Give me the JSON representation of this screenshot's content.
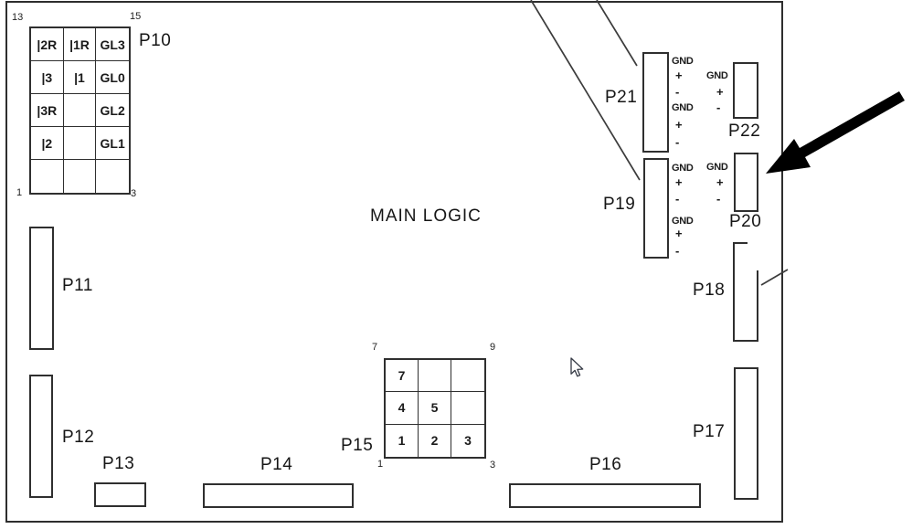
{
  "title": "MAIN LOGIC",
  "p10": {
    "corners": {
      "tl": "13",
      "tr": "15",
      "bl": "1",
      "br": "3"
    },
    "cells": [
      [
        "|2R",
        "|1R",
        "GL3"
      ],
      [
        "|3",
        "|1",
        "GL0"
      ],
      [
        "|3R",
        "",
        "GL2"
      ],
      [
        "|2",
        "",
        "GL1"
      ],
      [
        "",
        "",
        ""
      ]
    ]
  },
  "p15": {
    "corners": {
      "tl": "7",
      "tr": "9",
      "bl": "1",
      "br": "3"
    },
    "cells": [
      [
        "7",
        "",
        ""
      ],
      [
        "4",
        "5",
        ""
      ],
      [
        "1",
        "2",
        "3"
      ]
    ]
  },
  "labels": {
    "p10": "P10",
    "p11": "P11",
    "p12": "P12",
    "p13": "P13",
    "p14": "P14",
    "p15": "P15",
    "p16": "P16",
    "p17": "P17",
    "p18": "P18",
    "p19": "P19",
    "p20": "P20",
    "p21": "P21",
    "p22": "P22"
  },
  "pins": {
    "p21": [
      "GND",
      "+",
      "-",
      "GND",
      "+",
      "-"
    ],
    "p22": [
      "GND",
      "+",
      "-"
    ],
    "p19": [
      "GND",
      "+",
      "-",
      "GND",
      "+",
      "-"
    ],
    "p20": [
      "GND",
      "+",
      "-"
    ]
  },
  "graphics": {
    "annotation_arrow": "solid-black-arrow-pointing-at-P20",
    "cursor": "mouse-pointer-arrow",
    "leader_lines": "two-diagonal-lines-from-top-edge-to-P21-and-P19"
  },
  "colors": {
    "line": "#2f2f2f",
    "text": "#161616",
    "arrow_fill": "#000000",
    "cursor_fill": "#ffffff",
    "background": "#ffffff"
  }
}
